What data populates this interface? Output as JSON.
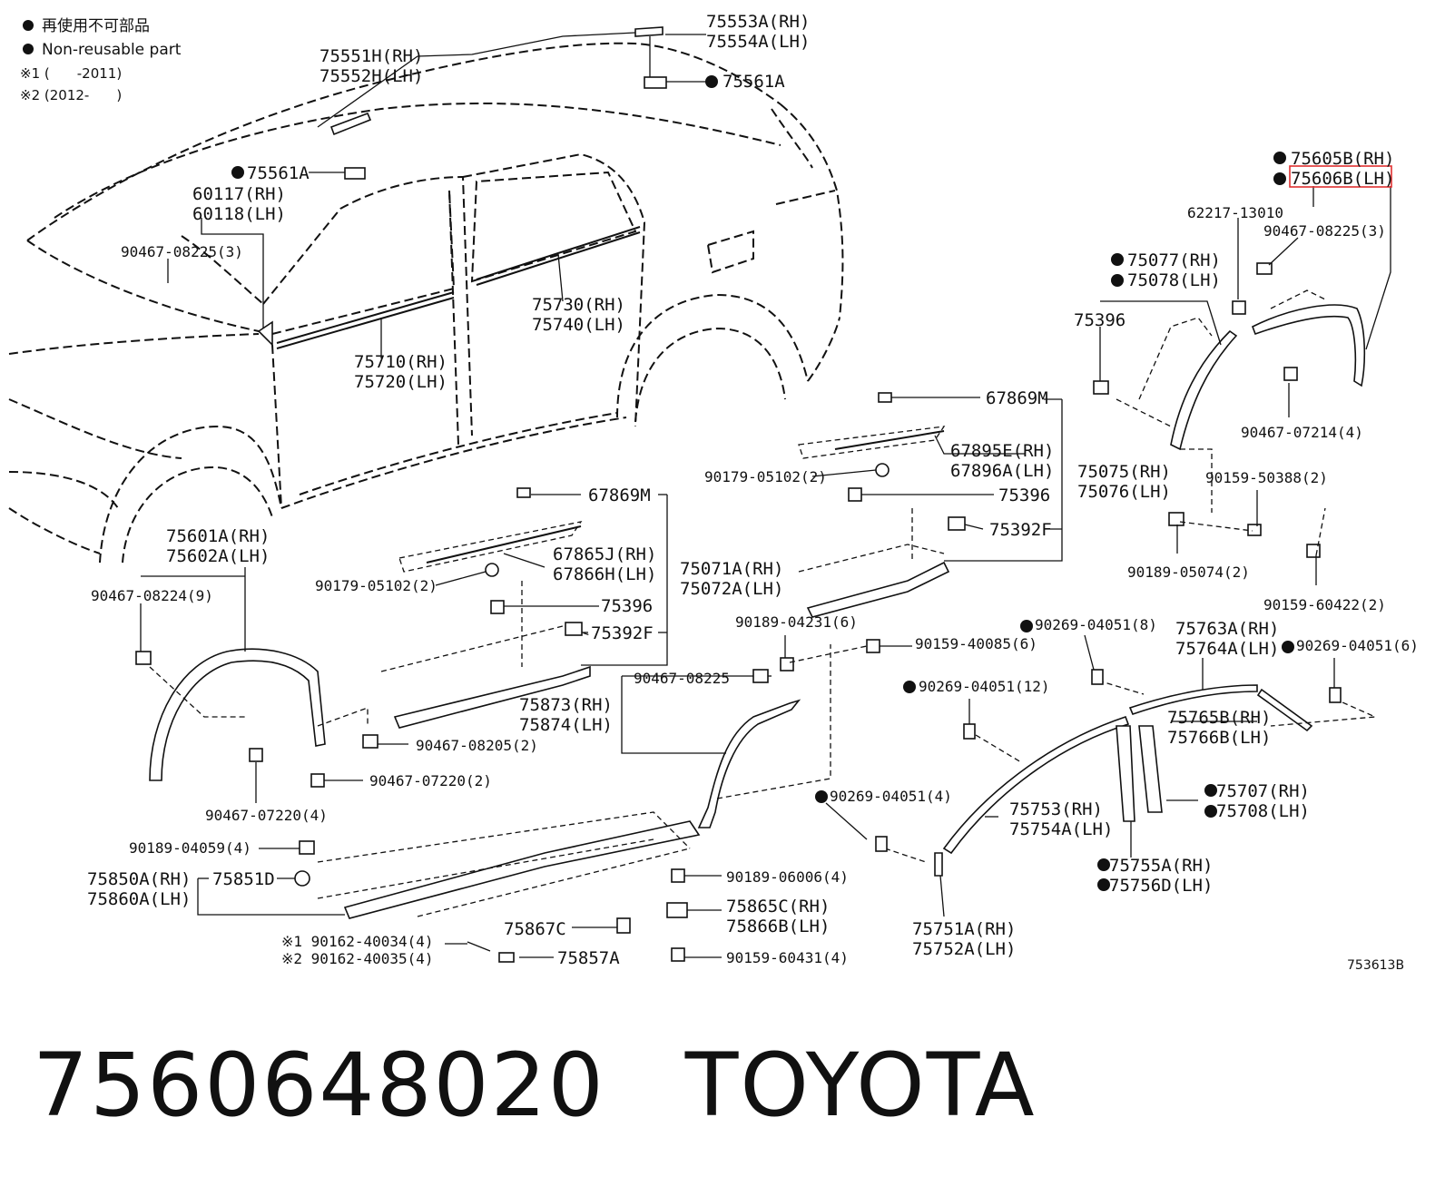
{
  "legend": {
    "reuse_jp": "再使用不可部品",
    "reuse_en": "Non-reusable part",
    "note1": "※1 (　　-2011)",
    "note2": "※2 (2012-　　)"
  },
  "labels": {
    "l75553A": "75553A(RH)",
    "l75554A": "75554A(LH)",
    "l75551H": "75551H(RH)",
    "l75552H": "75552H(LH)",
    "l75561A_top": "75561A",
    "l75561A_mid": "75561A",
    "l60117": "60117(RH)",
    "l60118": "60118(LH)",
    "l90467_08225_3a": "90467-08225(3)",
    "l75730": "75730(RH)",
    "l75740": "75740(LH)",
    "l75710": "75710(RH)",
    "l75720": "75720(LH)",
    "l75605B": "75605B(RH)",
    "l75606B": "75606B(LH)",
    "l62217": "62217-13010",
    "l90467_08225_3b": "90467-08225(3)",
    "l75077": "75077(RH)",
    "l75078": "75078(LH)",
    "l75396_r": "75396",
    "l90467_07214": "90467-07214(4)",
    "l67869M_r": "67869M",
    "l67895E": "67895E(RH)",
    "l67896A": "67896A(LH)",
    "l90179_r": "90179-05102(2)",
    "l75396_m": "75396",
    "l75075": "75075(RH)",
    "l75076": "75076(LH)",
    "l75392F_r": "75392F",
    "l90159_50388": "90159-50388(2)",
    "l90189_05074": "90189-05074(2)",
    "l90159_60422": "90159-60422(2)",
    "l67869M_l": "67869M",
    "l67865J": "67865J(RH)",
    "l67866H": "67866H(LH)",
    "l75071A": "75071A(RH)",
    "l75072A": "75072A(LH)",
    "l90179_l": "90179-05102(2)",
    "l75396_l": "75396",
    "l75392F_l": "75392F",
    "l75601A": "75601A(RH)",
    "l75602A": "75602A(LH)",
    "l90467_08224": "90467-08224(9)",
    "l90189_04231": "90189-04231(6)",
    "l90159_40085": "90159-40085(6)",
    "l90269_8": "90269-04051(8)",
    "l75763A": "75763A(RH)",
    "l75764A": "75764A(LH)",
    "l90269_6": "90269-04051(6)",
    "l90467_08225_b": "90467-08225",
    "l75873": "75873(RH)",
    "l75874": "75874(LH)",
    "l90269_12": "90269-04051(12)",
    "l75765B": "75765B(RH)",
    "l75766B": "75766B(LH)",
    "l90467_08205": "90467-08205(2)",
    "l90467_07220_a": "90467-07220(2)",
    "l90467_07220_b": "90467-07220(4)",
    "l75707": "75707(RH)",
    "l75708": "75708(LH)",
    "l90269_4": "90269-04051(4)",
    "l75753": "75753(RH)",
    "l75754A": "75754A(LH)",
    "l75755A": "75755A(RH)",
    "l75756D": "75756D(LH)",
    "l90189_04059": "90189-04059(4)",
    "l75850A": "75850A(RH)",
    "l75860A": "75860A(LH)",
    "l75851D": "75851D",
    "l90189_06006": "90189-06006(4)",
    "l75865C": "75865C(RH)",
    "l75866B": "75866B(LH)",
    "l75867C": "75867C",
    "l90162_40034": "※1 90162-40034(4)",
    "l90162_40035": "※2 90162-40035(4)",
    "l75857A": "75857A",
    "l90159_60431": "90159-60431(4)",
    "l75751A": "75751A(RH)",
    "l75752A": "75752A(LH)"
  },
  "diagram_code": "753613B",
  "highlight_color": "#e03030",
  "footer": {
    "part_number": "7560648020",
    "brand": "TOYOTA"
  }
}
